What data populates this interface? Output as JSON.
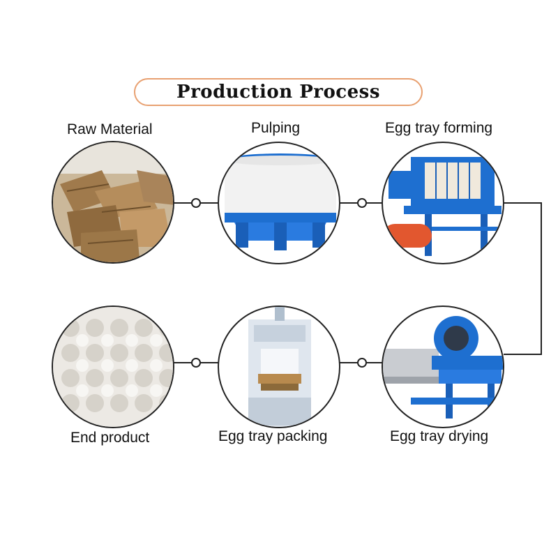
{
  "title": "Production Process",
  "steps": [
    {
      "label": "Raw Material"
    },
    {
      "label": "Pulping"
    },
    {
      "label": "Egg tray forming"
    },
    {
      "label": "Egg tray drying"
    },
    {
      "label": "Egg tray packing"
    },
    {
      "label": "End product"
    }
  ],
  "colors": {
    "accent_border": "#e8a070",
    "machine_blue": "#1e6fd0",
    "line": "#222222"
  }
}
